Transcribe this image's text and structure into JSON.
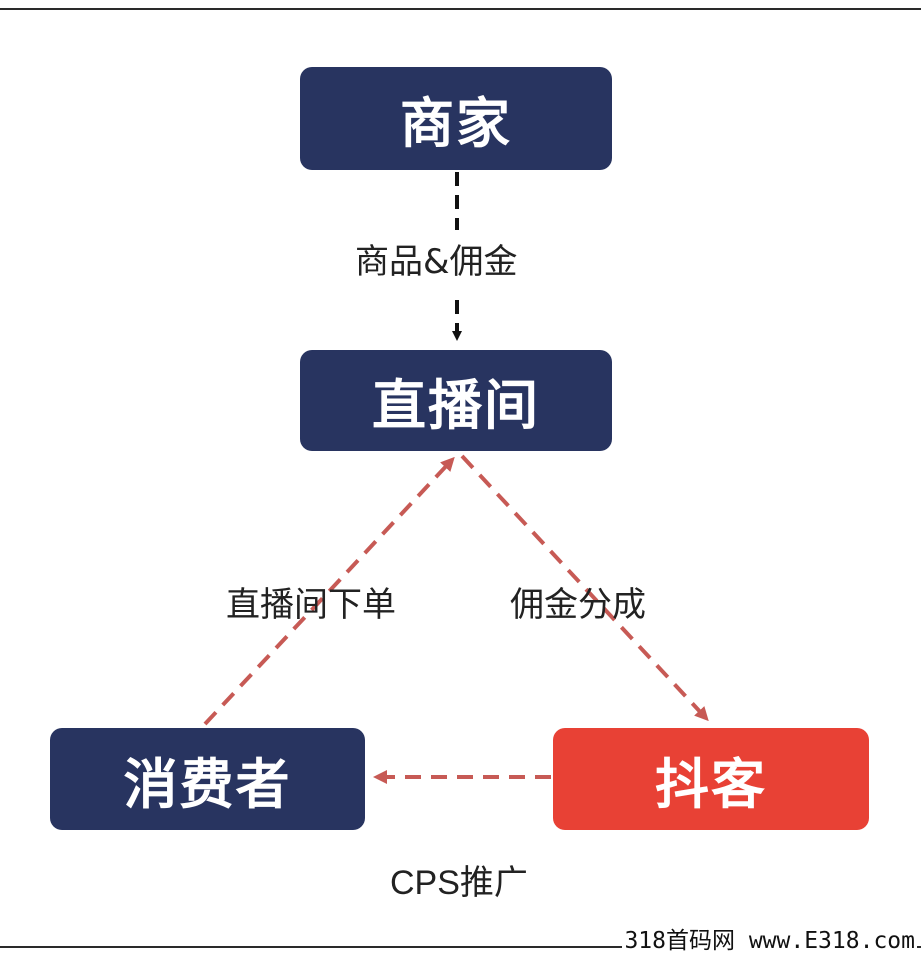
{
  "nodes": {
    "merchant": "商家",
    "live_room": "直播间",
    "consumer": "消费者",
    "douke": "抖客"
  },
  "edges": {
    "merchant_to_live": "商品&佣金",
    "consumer_to_live": "直播间下单",
    "live_to_douke": "佣金分成",
    "douke_to_consumer": "CPS推广"
  },
  "watermark": "318首码网 www.E318.com",
  "colors": {
    "navy": "#283460",
    "red": "#e84135",
    "dash_black": "#111111",
    "dash_red": "#c75a55"
  }
}
